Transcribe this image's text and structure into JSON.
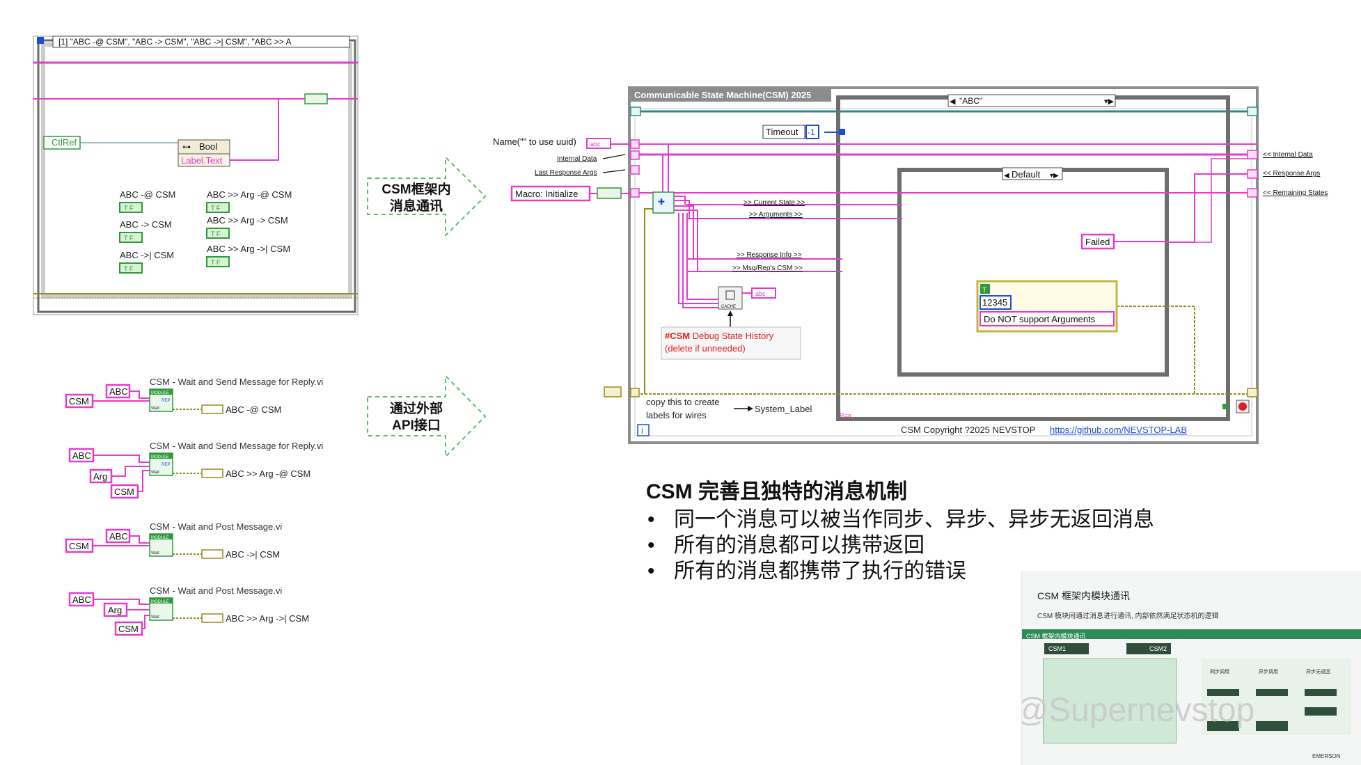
{
  "left_panel": {
    "case_selector": "[1] \"ABC -@ CSM\", \"ABC -> CSM\", \"ABC ->| CSM\", \"ABC >> A",
    "ctlref": "CtlRef",
    "bool_node": "Bool",
    "label_text": "Label.Text",
    "tf": "T F",
    "items": [
      "ABC -@ CSM",
      "ABC -> CSM",
      "ABC ->| CSM",
      "ABC >> Arg -@ CSM",
      "ABC >> Arg -> CSM",
      "ABC >> Arg ->| CSM"
    ]
  },
  "arrows": {
    "arrow1": [
      "CSM框架内",
      "消息通讯"
    ],
    "arrow2": [
      "通过外部",
      "API接口"
    ]
  },
  "api_examples": [
    {
      "vi": "CSM - Wait and Send Message for Reply.vi",
      "msg": "ABC",
      "csm": "CSM",
      "arg": "",
      "result": "ABC -@ CSM"
    },
    {
      "vi": "CSM - Wait and Send Message for Reply.vi",
      "msg": "ABC",
      "csm": "CSM",
      "arg": "Arg",
      "result": "ABC >> Arg -@ CSM"
    },
    {
      "vi": "CSM - Wait and Post Message.vi",
      "msg": "ABC",
      "csm": "CSM",
      "arg": "",
      "result": "ABC ->| CSM"
    },
    {
      "vi": "CSM - Wait and Post Message.vi",
      "msg": "ABC",
      "csm": "CSM",
      "arg": "Arg",
      "result": "ABC >> Arg ->| CSM"
    }
  ],
  "api_badges": {
    "module": "MODULE",
    "wait": "Wait",
    "rep": "REP"
  },
  "csm_block": {
    "title": "Communicable State Machine(CSM) 2025",
    "name_input": "Name(\"\" to use uuid)",
    "internal_data_in": "Internal Data",
    "last_response_args": "Last Response Args",
    "macro": "Macro: Initialize",
    "case_abc": "\"ABC\"",
    "timeout_label": "Timeout",
    "timeout_value": "-1",
    "current_state": ">> Current State >>",
    "arguments": ">> Arguments >>",
    "response_info": ">> Response Info >>",
    "msg_rep_csm": ">> Msg/Rep's CSM >>",
    "default_case": "Default",
    "failed": "Failed",
    "error_code": "12345",
    "error_msg": "Do NOT support Arguments",
    "error_flag": "T",
    "debug_title": "#CSM",
    "debug_rest": " Debug State History",
    "debug_note": "(delete if unneeded)",
    "cache": "CACHE",
    "abc_tag": "abc",
    "copy_note_1": "copy this to create",
    "copy_note_2": "labels for wires",
    "system_label": "System_Label",
    "copyright": "CSM Copyright ?2025 NEVSTOP",
    "link": "https://github.com/NEVSTOP-LAB",
    "internal_data_out": "<< Internal Data",
    "response_args_out": "<< Response Args",
    "remaining_states_out": "<< Remaining States",
    "info_icon": "i",
    "loop_index": "R=a"
  },
  "summary": {
    "title": "CSM 完善且独特的消息机制",
    "bullets": [
      "同一个消息可以被当作同步、异步、异步无返回消息",
      "所有的消息都可以携带返回",
      "所有的消息都携带了执行的错误"
    ]
  },
  "thumbnail": {
    "title": "CSM 框架内模块通讯",
    "subtitle": "CSM 模块间通过消息进行通讯, 内部依然满足状态机的逻辑",
    "bar": "CSM 框架内模块通讯",
    "csm1": "CSM1",
    "csm2": "CSM2",
    "col1": "同步调用",
    "col2": "异步调用",
    "col3": "异步无返回"
  },
  "watermark": "知乎 @Supernevstop",
  "brand": "EMERSON",
  "colors": {
    "wire_pink": "#e23ccf",
    "wire_green": "#2f9a3c",
    "wire_olive": "#9a8a1e",
    "wire_blue": "#1a4fd6",
    "frame_gray": "#8c8c8c",
    "arrow_green": "#5bbb6b"
  }
}
